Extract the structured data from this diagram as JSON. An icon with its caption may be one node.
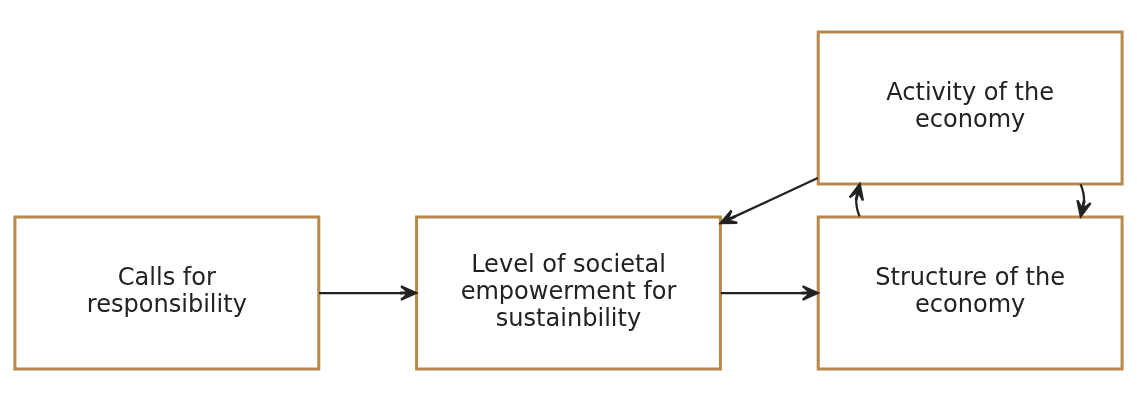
{
  "diagram": {
    "nodes": [
      {
        "text": [
          "Calls for responsibility"
        ]
      },
      {
        "text": [
          "Level of societal empowerment for sustainbility"
        ]
      },
      {
        "text": [
          "Activity of the economy"
        ]
      },
      {
        "text": [
          "Structure of the economy"
        ]
      }
    ],
    "edges": [
      {
        "from": 0,
        "to": 1,
        "arrow": "to"
      },
      {
        "from": 2,
        "to": 1,
        "arrow": "to"
      },
      {
        "from": 2,
        "to": 3,
        "arrow": "to"
      },
      {
        "from": 1,
        "to": 3,
        "arrow": "to"
      },
      {
        "from": 3,
        "to": 2,
        "arrow": "to"
      }
    ]
  }
}
